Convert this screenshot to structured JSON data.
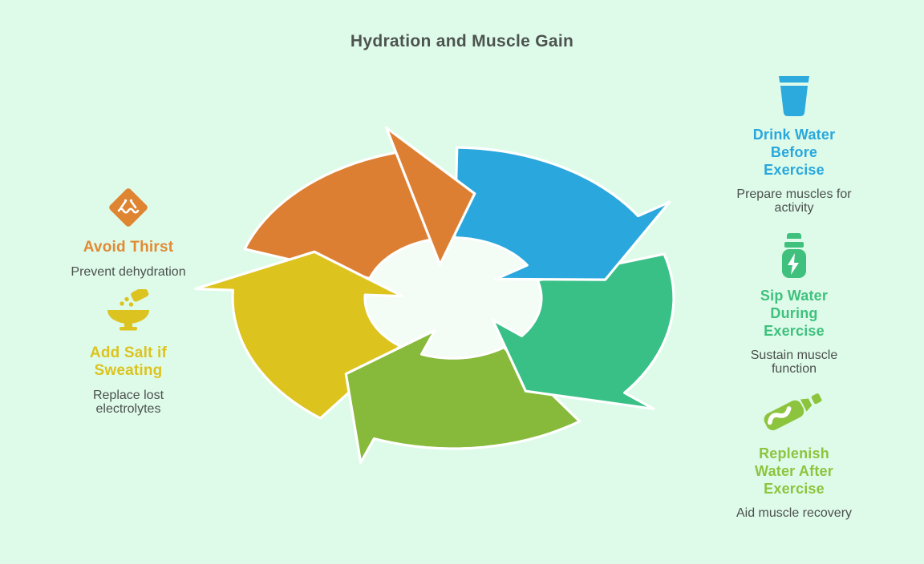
{
  "title": "Hydration and Muscle Gain",
  "palette": {
    "background": "#defbea",
    "center_ellipse": "#f4fcf6",
    "heading_text": "#4d534f",
    "body_text": "#4b504c",
    "white": "#ffffff",
    "orange": "#dd7f32",
    "blue": "#2aa7dd",
    "emerald": "#38c087",
    "lime": "#87ba3b",
    "yellow": "#ddc31e",
    "icon_blue": "#2caade",
    "icon_green": "#3fc17d",
    "icon_lime": "#8cc43e",
    "icon_orange": "#df8430",
    "icon_yellow": "#dcc31f"
  },
  "cycle": {
    "type": "cycle-diagram",
    "direction": "clockwise",
    "segments": [
      {
        "id": "avoid-thirst",
        "color": "#dd7f32",
        "start_angle": 288,
        "end_angle": 360
      },
      {
        "id": "add-salt-if-sweating",
        "color": "#ddc31e",
        "start_angle": 216,
        "end_angle": 288
      },
      {
        "id": "replenish-water-after-exercise",
        "color": "#87ba3b",
        "start_angle": 144,
        "end_angle": 216
      },
      {
        "id": "sip-water-during-exercise",
        "color": "#38c087",
        "start_angle": 72,
        "end_angle": 144
      },
      {
        "id": "drink-water-before-exercise",
        "color": "#2aa7dd",
        "start_angle": 0,
        "end_angle": 72
      }
    ]
  },
  "right_items": [
    {
      "icon": "water-glass-icon",
      "title": "Drink Water\nBefore\nExercise",
      "subtitle": "Prepare muscles for\nactivity",
      "color": "#29a7dc"
    },
    {
      "icon": "energy-bottle-icon",
      "title": "Sip Water\nDuring\nExercise",
      "subtitle": "Sustain muscle\nfunction",
      "color": "#3fc17d"
    },
    {
      "icon": "tilted-bottle-icon",
      "title": "Replenish\nWater After\nExercise",
      "subtitle": "Aid muscle recovery",
      "color": "#8cc43e"
    }
  ],
  "left_items": [
    {
      "icon": "drowning-warning-icon",
      "title": "Avoid Thirst",
      "subtitle": "Prevent dehydration",
      "color": "#e08a33"
    },
    {
      "icon": "salt-bowl-icon",
      "title": "Add Salt if\nSweating",
      "subtitle": "Replace lost\nelectrolytes",
      "color": "#dcc31f"
    }
  ]
}
